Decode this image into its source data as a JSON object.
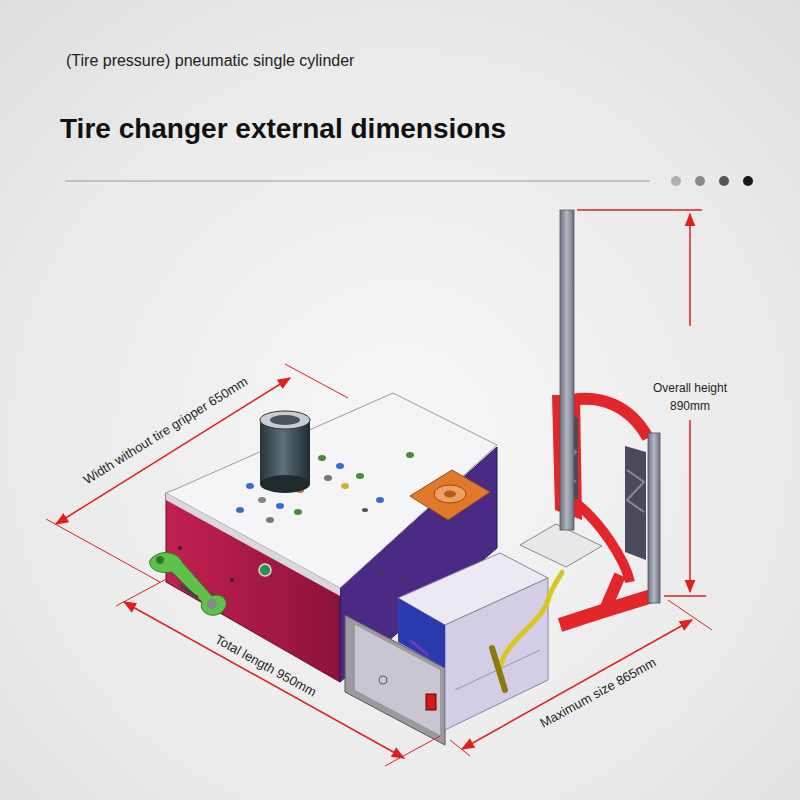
{
  "diagram": {
    "title": "Tire changer external dimensions",
    "labels": [
      "(Tire pressure) pneumatic single cylinder",
      "Width without tire gripper 650mm",
      "Overall height 890mm",
      "Total length 950mm",
      "Maximum size 865mm"
    ]
  }
}
